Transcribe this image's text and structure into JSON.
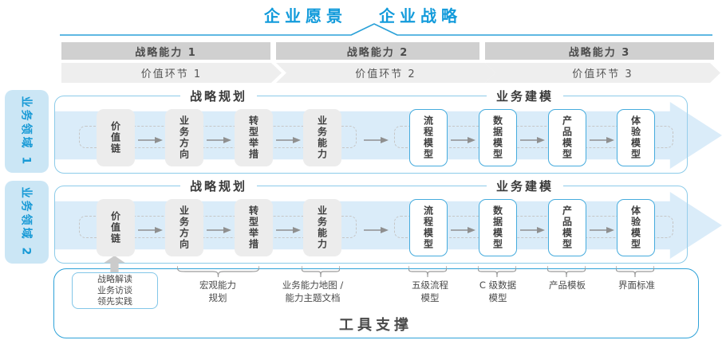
{
  "title": {
    "vision": "企业愿景",
    "strategy": "企业战略"
  },
  "capability_band": {
    "items": [
      "战略能力 1",
      "战略能力 2",
      "战略能力 3"
    ]
  },
  "value_band": {
    "items": [
      "价值环节 1",
      "价值环节 2",
      "价值环节 3"
    ]
  },
  "domains": {
    "items": [
      "业务领域 1",
      "业务领域 2"
    ]
  },
  "row": {
    "planning_title": "战略规划",
    "modeling_title": "业务建模",
    "planning_boxes": [
      "价值链",
      "业务方向",
      "转型举措",
      "业务能力"
    ],
    "modeling_boxes": [
      "流程模型",
      "数据模型",
      "产品模型",
      "体验模型"
    ]
  },
  "deliverables": {
    "interview_box": "战略解读\n业务访谈\n领先实践",
    "notes": [
      "宏观能力\n规划",
      "业务能力地图 /\n能力主题文档",
      "五级流程\n模型",
      "C 级数据\n模型",
      "产品模板",
      "界面标准"
    ]
  },
  "footer": {
    "label": "工具支撑"
  },
  "colors": {
    "accent_blue": "#129bdb",
    "line_blue": "#2ea2d8",
    "panel_border": "#8ccbe9",
    "box_border_blue": "#45abdd",
    "band_gray": "#d0d0d0",
    "chevron_gray": "#eeeeee",
    "domain_fill": "#cbe6f5",
    "arrow_gray": "#8f8f8f"
  }
}
